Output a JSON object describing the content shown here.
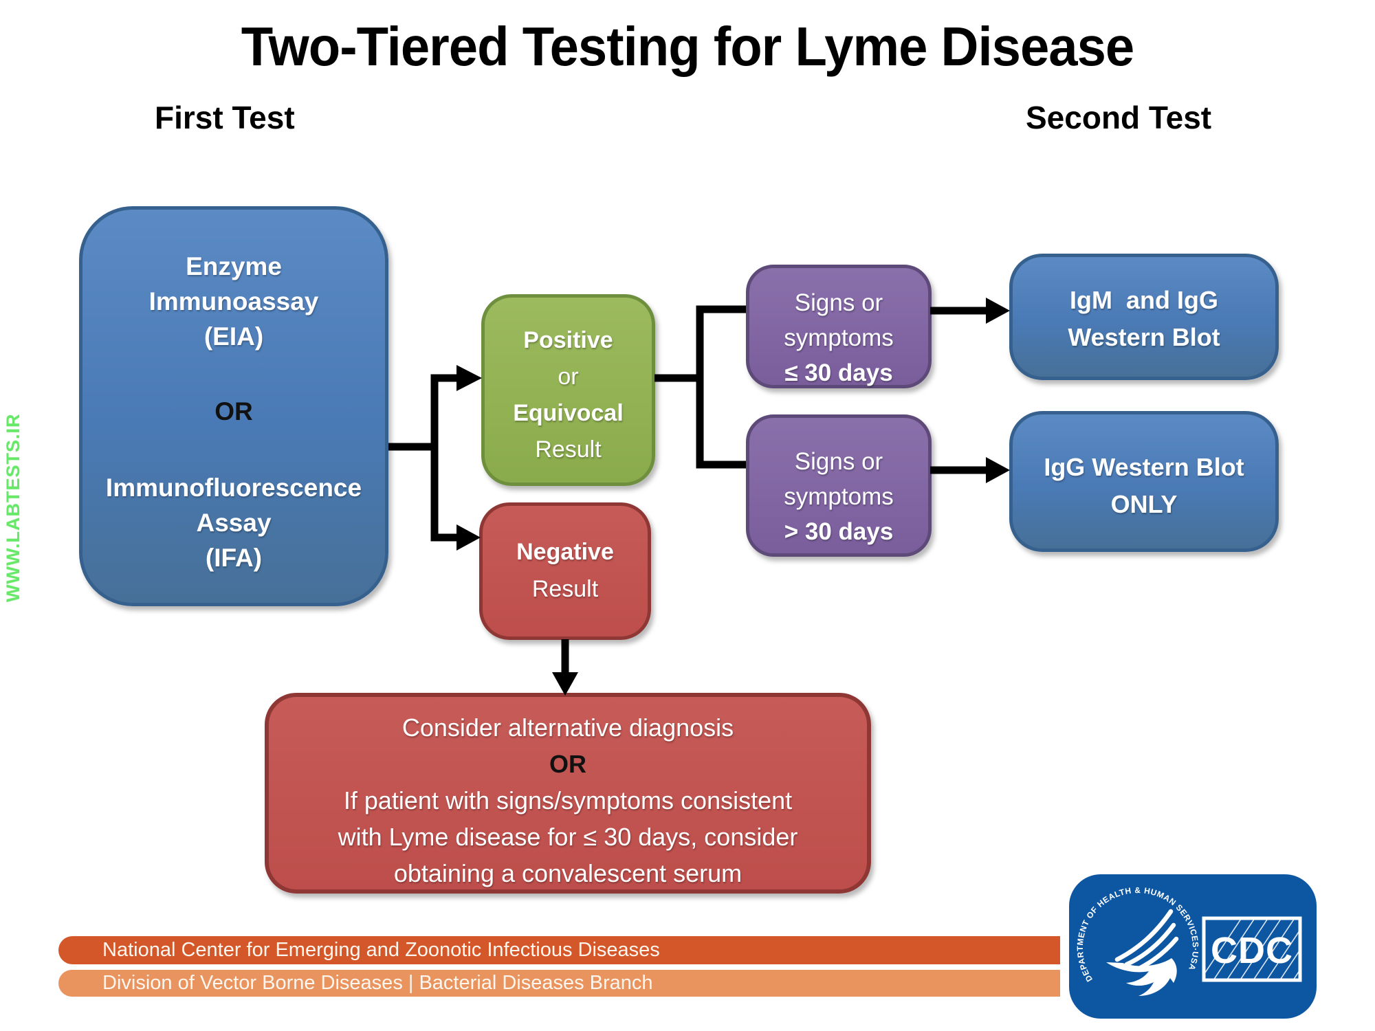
{
  "title": "Two-Tiered Testing for Lyme Disease",
  "watermark": "WWW.LABTESTS.IR",
  "column_labels": {
    "first": "First Test",
    "second": "Second Test"
  },
  "flow": {
    "first_test_box": {
      "l1": "Enzyme",
      "l2": "Immunoassay",
      "l3": "(EIA)",
      "or": "OR",
      "l4": "Immunofluorescence",
      "l5": "Assay",
      "l6": "(IFA)"
    },
    "positive_box": {
      "l1": "Positive",
      "l2": "or",
      "l3": "Equivocal",
      "l4": "Result"
    },
    "negative_box": {
      "l1": "Negative",
      "l2": "Result"
    },
    "signs_early_box": {
      "l1": "Signs or",
      "l2": "symptoms",
      "l3": "≤ 30 days"
    },
    "signs_late_box": {
      "l1": "Signs or",
      "l2": "symptoms",
      "l3": "> 30 days"
    },
    "igm_igg_box": {
      "l1": "IgM  and IgG",
      "l2": "Western Blot"
    },
    "igg_only_box": {
      "l1": "IgG Western Blot",
      "l2": "ONLY"
    },
    "alternative_box": {
      "l1": "Consider alternative diagnosis",
      "or": "OR",
      "l2": "If patient with signs/symptoms consistent",
      "l3": "with Lyme disease for ≤ 30 days, consider",
      "l4": "obtaining a convalescent serum"
    }
  },
  "footer": {
    "bar_primary": "National Center for Emerging and Zoonotic Infectious Diseases",
    "bar_secondary": "Division of Vector Borne Diseases | Bacterial Diseases Branch"
  },
  "cdc_logo": {
    "ring_text": "DEPARTMENT OF HEALTH & HUMAN SERVICES·USA",
    "acronym": "CDC"
  },
  "colors": {
    "box_blue": "#4a7ab5",
    "box_blue_border": "#36618e",
    "box_green": "#8fb04f",
    "box_green_border": "#6e8f3e",
    "box_red": "#bf504d",
    "box_red_border": "#8e3734",
    "box_purple": "#7f63a1",
    "box_purple_border": "#5e4a78",
    "bar_orange_dark": "#d4572a",
    "bar_orange_light": "#e9935e",
    "cdc_blue": "#0d57a2",
    "watermark_green": "#68e868",
    "connector_black": "#000000"
  }
}
